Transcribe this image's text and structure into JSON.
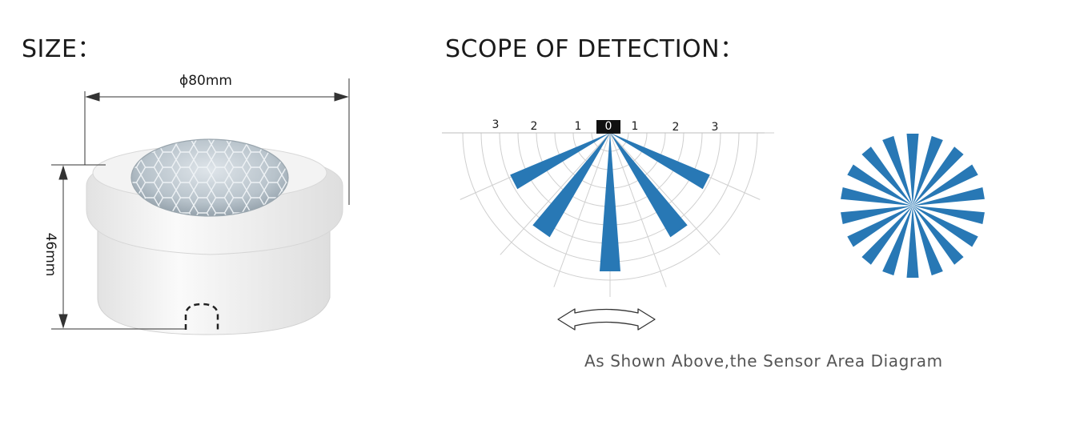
{
  "headings": {
    "size": "SIZE：",
    "scope": "SCOPE OF DETECTION："
  },
  "dimensions": {
    "width": "ϕ80mm",
    "height": "46mm"
  },
  "scale": {
    "left": [
      "3",
      "2",
      "1"
    ],
    "center": "0",
    "right": [
      "1",
      "2",
      "3"
    ]
  },
  "caption": "As Shown Above,the Sensor Area Diagram",
  "colors": {
    "beam": "#2878b5",
    "grid": "#cfcfcf",
    "product_white": "#f4f4f4",
    "lens": "#b9c4cc"
  },
  "icons": {
    "direction": "double-headed-curved-arrow-icon"
  }
}
